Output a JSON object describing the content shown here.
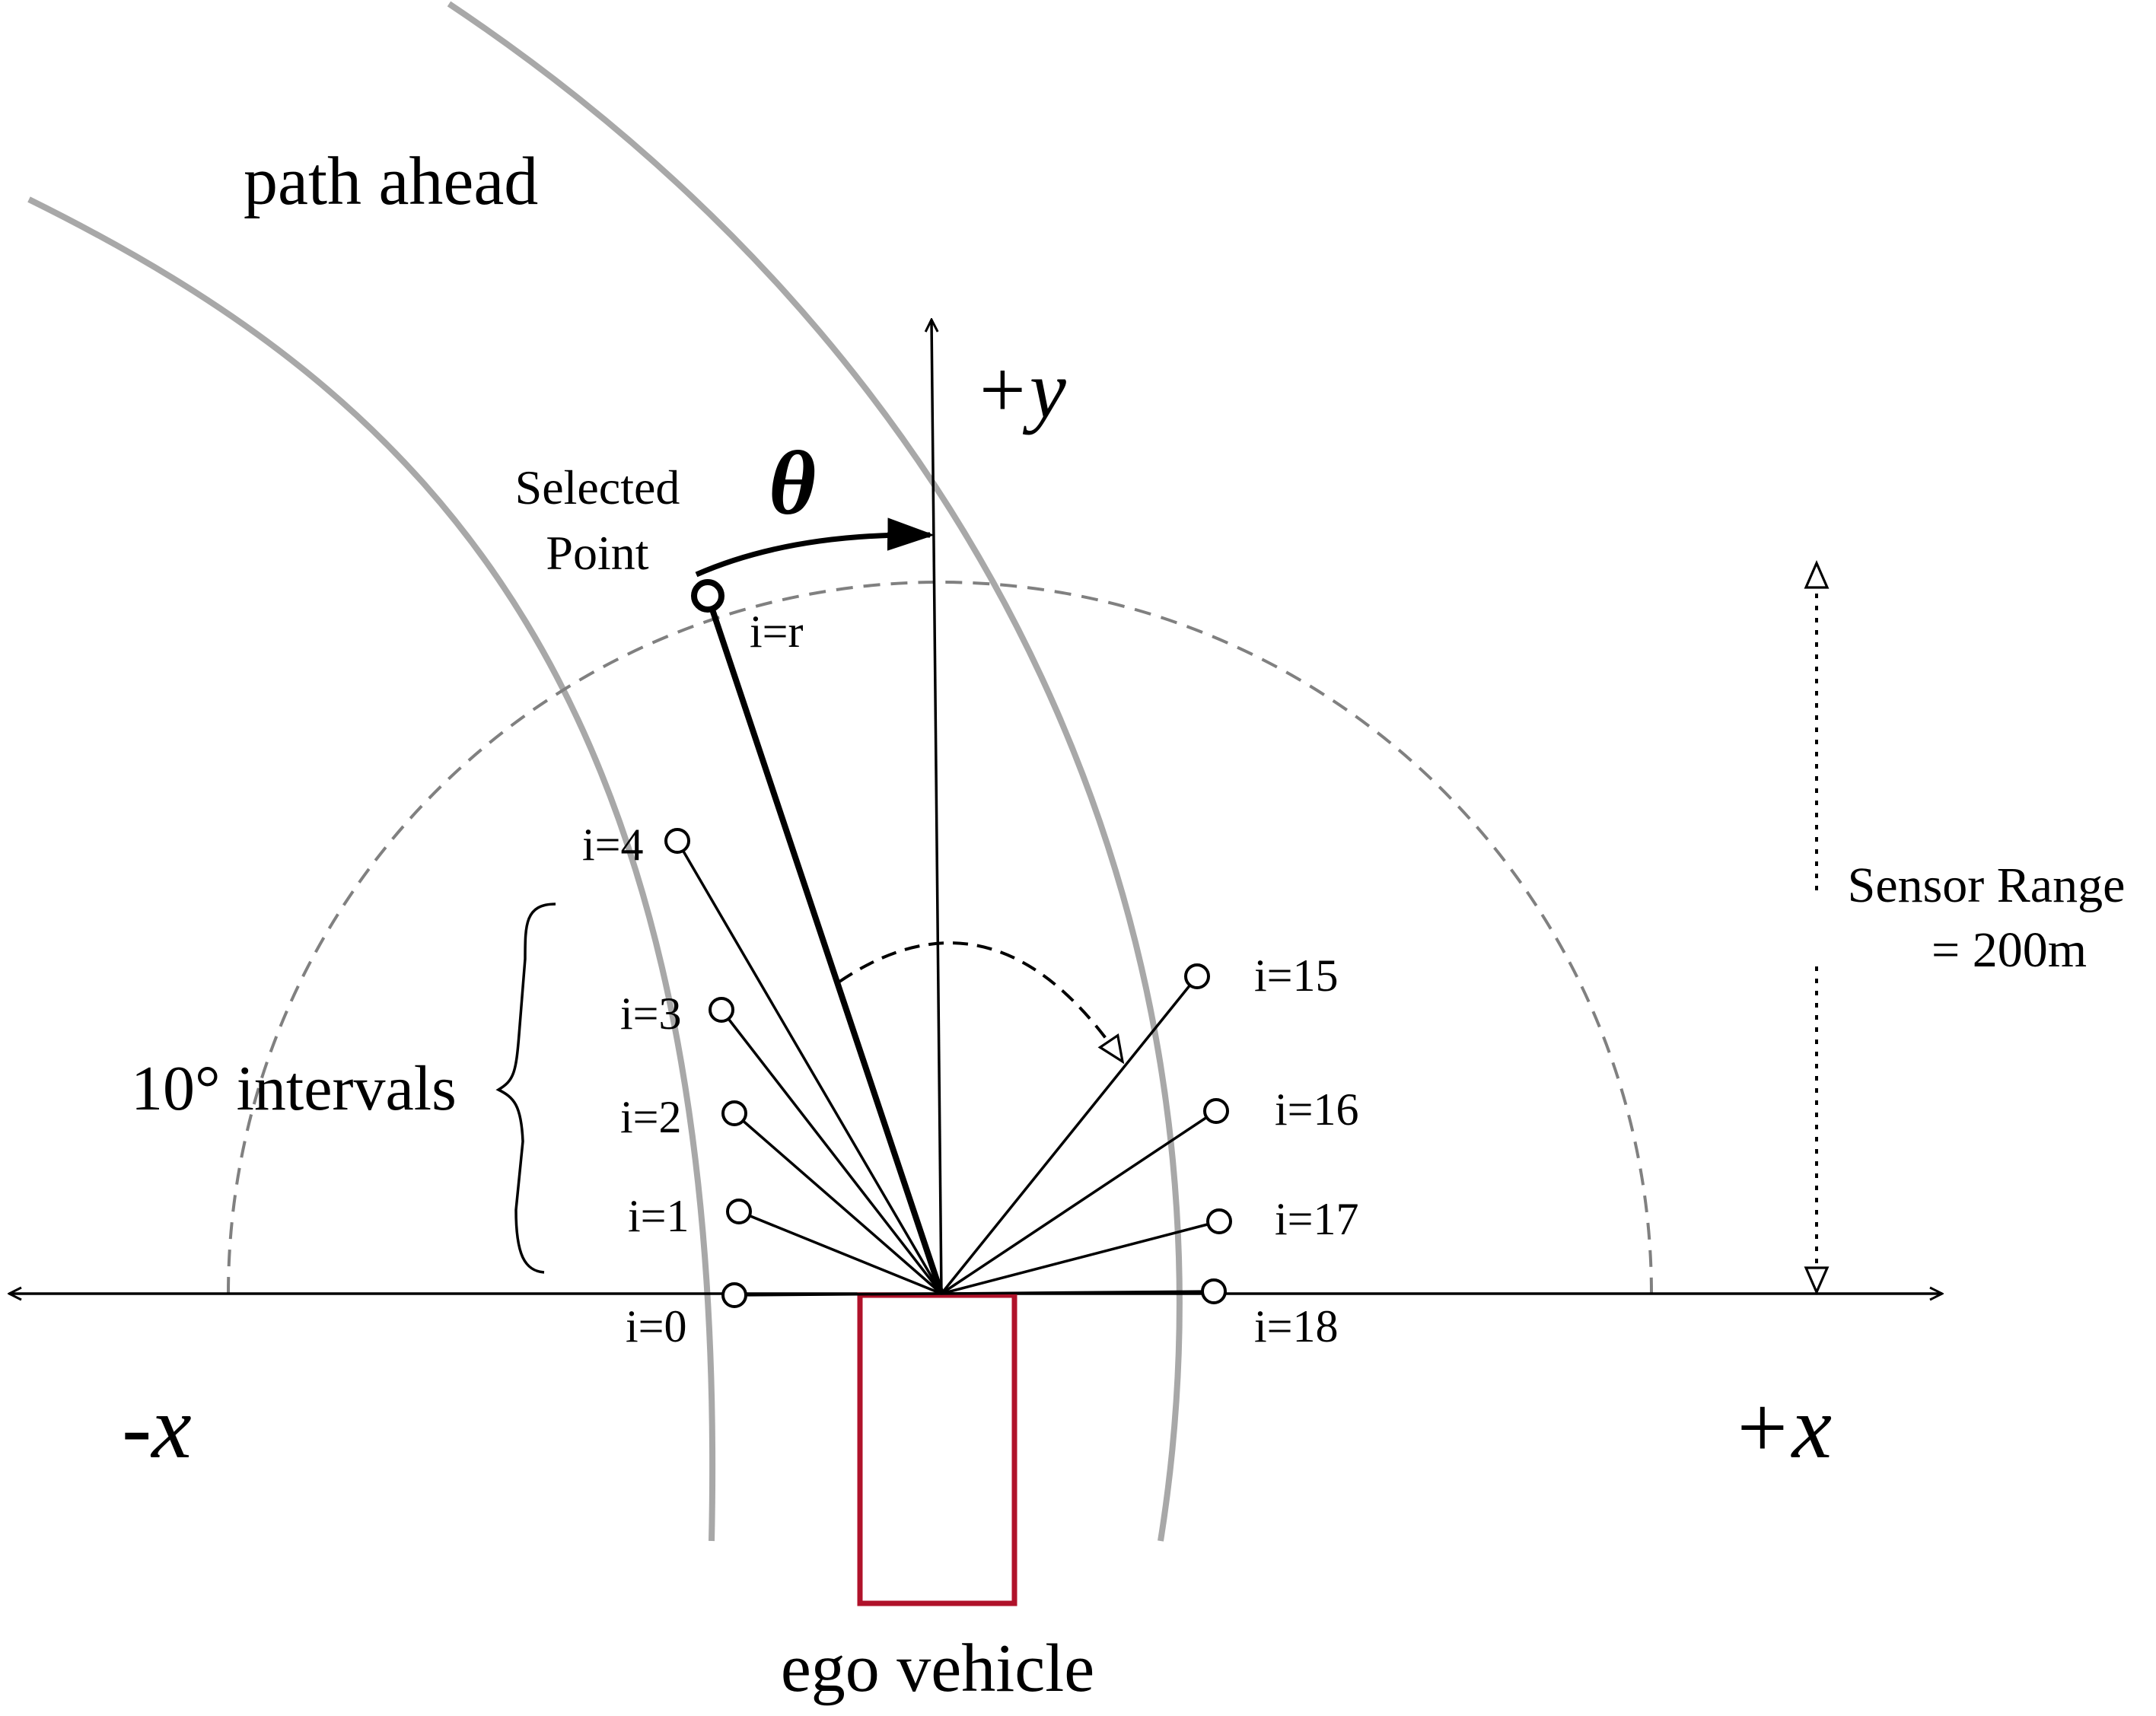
{
  "labels": {
    "path_ahead": "path ahead",
    "plus_y": "+y",
    "theta": "θ",
    "selected_point_line1": "Selected",
    "selected_point_line2": "Point",
    "i_r": "i=r",
    "i_0": "i=0",
    "i_1": "i=1",
    "i_2": "i=2",
    "i_3": "i=3",
    "i_4": "i=4",
    "i_15": "i=15",
    "i_16": "i=16",
    "i_17": "i=17",
    "i_18": "i=18",
    "intervals": "10° intervals",
    "sensor_range_line1": "Sensor Range",
    "sensor_range_line2": "= 200m",
    "minus_x": "-x",
    "plus_x": "+x",
    "ego_vehicle": "ego vehicle"
  },
  "colors": {
    "lane": "#a8a8a8",
    "vehicle": "#b0122a",
    "ink": "#000000",
    "range_circle": "#808080"
  }
}
